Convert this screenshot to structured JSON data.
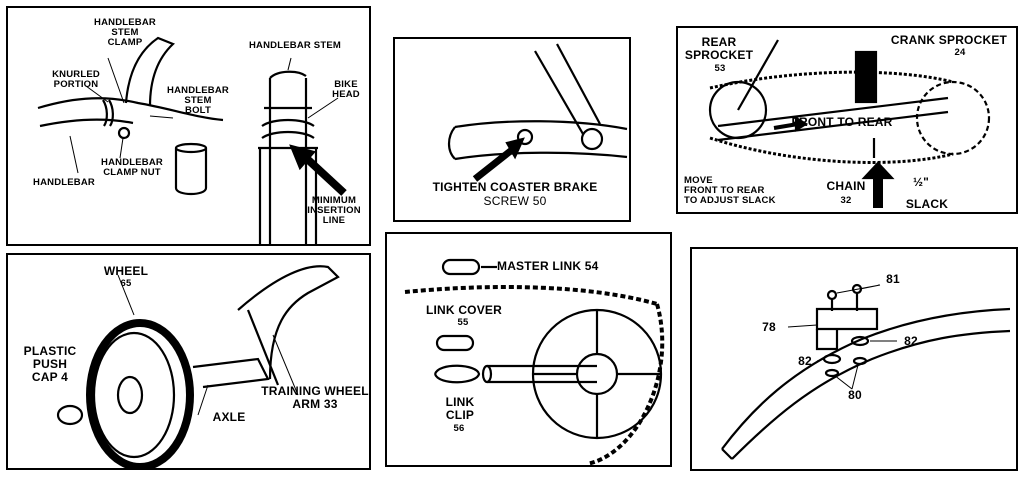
{
  "panels": {
    "handlebar": {
      "handlebar_stem_clamp": "HANDLEBAR\nSTEM\nCLAMP",
      "knurled_portion": "KNURLED\nPORTION",
      "handlebar_stem_bolt": "HANDLEBAR\nSTEM\nBOLT",
      "handlebar": "HANDLEBAR",
      "handlebar_clamp_nut": "HANDLEBAR\nCLAMP NUT",
      "handlebar_stem": "HANDLEBAR STEM",
      "bike_head": "BIKE\nHEAD",
      "minimum_insertion_line": "MINIMUM\nINSERTION\nLINE"
    },
    "coaster_brake": {
      "instruction": "TIGHTEN COASTER BRAKE",
      "part": "SCREW  50"
    },
    "chain_slack": {
      "rear_sprocket": "REAR\nSPROCKET",
      "rear_sprocket_num": "53",
      "crank_sprocket": "CRANK SPROCKET",
      "crank_sprocket_num": "24",
      "front_to_rear": "FRONT TO REAR",
      "move_note": "MOVE\nFRONT TO REAR\nTO ADJUST SLACK",
      "chain": "CHAIN",
      "chain_num": "32",
      "half_inch": "½\"",
      "slack": "SLACK"
    },
    "training_wheel": {
      "wheel": "WHEEL",
      "wheel_num": "65",
      "plastic_push_cap": "PLASTIC\nPUSH\nCAP  4",
      "axle": "AXLE",
      "training_wheel_arm": "TRAINING WHEEL\nARM  33"
    },
    "master_link": {
      "master_link": "MASTER LINK  54",
      "link_cover": "LINK COVER",
      "link_cover_num": "55",
      "link_clip": "LINK\nCLIP",
      "link_clip_num": "56"
    },
    "fender": {
      "part_81": "81",
      "part_78": "78",
      "part_82a": "82",
      "part_82b": "82",
      "part_80": "80"
    }
  }
}
